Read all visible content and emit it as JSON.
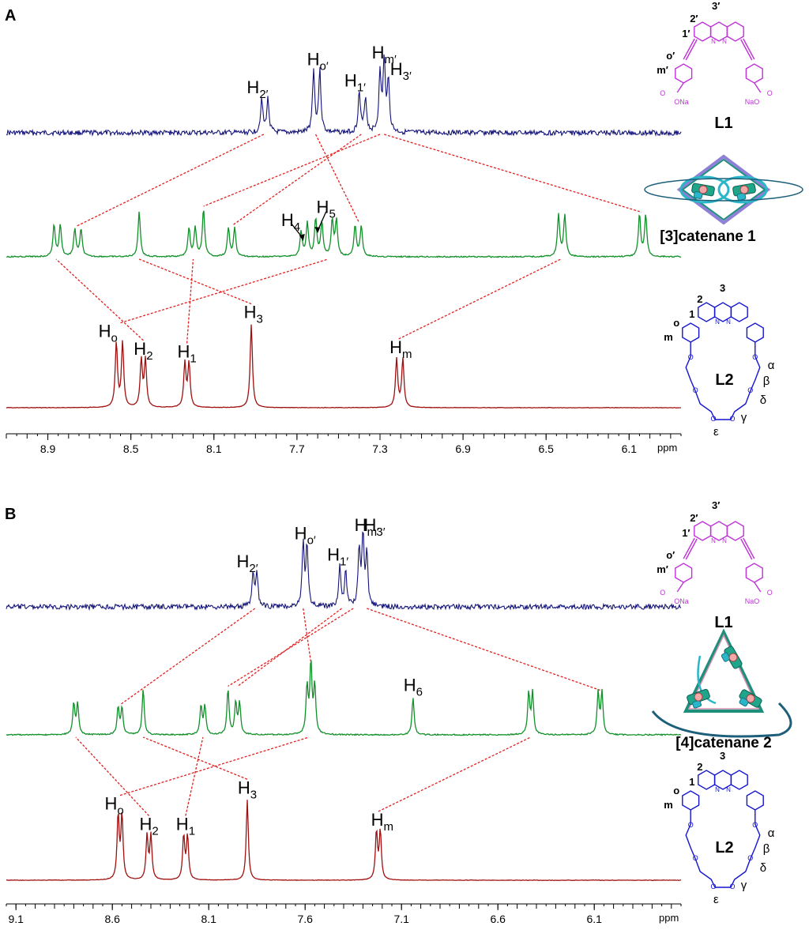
{
  "colors": {
    "top": "#13137a",
    "mid": "#12912a",
    "bottom": "#a01010",
    "link": "#e02020",
    "l1": "#c030d8",
    "l2": "#1414d0",
    "atom": "#d43333"
  },
  "panels": [
    {
      "id": "A",
      "label": "A",
      "x_unit": "ppm",
      "xlim": [
        9.1,
        5.85
      ],
      "x_ticks": [
        8.9,
        8.5,
        8.1,
        7.7,
        7.3,
        6.9,
        6.5,
        6.1
      ],
      "x_tick_labels": [
        "8.9",
        "8.5",
        "8.1",
        "7.7",
        "7.3",
        "6.9",
        "6.5",
        "6.1"
      ],
      "spectra": {
        "top": [
          {
            "ppm": 7.87,
            "h": 1.0
          },
          {
            "ppm": 7.84,
            "h": 1.0
          },
          {
            "ppm": 7.62,
            "h": 1.85
          },
          {
            "ppm": 7.59,
            "h": 1.85
          },
          {
            "ppm": 7.4,
            "h": 1.2
          },
          {
            "ppm": 7.37,
            "h": 1.05
          },
          {
            "ppm": 7.3,
            "h": 1.7
          },
          {
            "ppm": 7.28,
            "h": 2.05
          },
          {
            "ppm": 7.26,
            "h": 1.55
          }
        ],
        "mid": [
          {
            "ppm": 8.87,
            "h": 0.8
          },
          {
            "ppm": 8.84,
            "h": 0.8
          },
          {
            "ppm": 8.77,
            "h": 0.7
          },
          {
            "ppm": 8.74,
            "h": 0.7
          },
          {
            "ppm": 8.46,
            "h": 1.15
          },
          {
            "ppm": 8.22,
            "h": 0.72
          },
          {
            "ppm": 8.19,
            "h": 0.72
          },
          {
            "ppm": 8.15,
            "h": 1.2
          },
          {
            "ppm": 8.03,
            "h": 0.72
          },
          {
            "ppm": 8.0,
            "h": 0.72
          },
          {
            "ppm": 7.68,
            "h": 0.62
          },
          {
            "ppm": 7.65,
            "h": 0.85
          },
          {
            "ppm": 7.61,
            "h": 0.95
          },
          {
            "ppm": 7.58,
            "h": 0.85
          },
          {
            "ppm": 7.53,
            "h": 0.9
          },
          {
            "ppm": 7.51,
            "h": 0.9
          },
          {
            "ppm": 7.42,
            "h": 0.78
          },
          {
            "ppm": 7.39,
            "h": 0.78
          },
          {
            "ppm": 6.44,
            "h": 1.05
          },
          {
            "ppm": 6.41,
            "h": 1.05
          },
          {
            "ppm": 6.05,
            "h": 1.05
          },
          {
            "ppm": 6.02,
            "h": 1.05
          }
        ],
        "bottom": [
          {
            "ppm": 8.57,
            "h": 2.2
          },
          {
            "ppm": 8.54,
            "h": 2.2
          },
          {
            "ppm": 8.45,
            "h": 1.6
          },
          {
            "ppm": 8.43,
            "h": 1.6
          },
          {
            "ppm": 8.24,
            "h": 1.5
          },
          {
            "ppm": 8.22,
            "h": 1.5
          },
          {
            "ppm": 7.92,
            "h": 2.85
          },
          {
            "ppm": 7.22,
            "h": 1.65
          },
          {
            "ppm": 7.19,
            "h": 1.65
          }
        ]
      },
      "peak_labels": [
        {
          "row": "top",
          "ppm": 7.89,
          "main": "H",
          "sub": "2′"
        },
        {
          "row": "top",
          "ppm": 7.6,
          "main": "H",
          "sub": "o′"
        },
        {
          "row": "top",
          "ppm": 7.42,
          "main": "H",
          "sub": "1′"
        },
        {
          "row": "top",
          "ppm": 7.28,
          "main": "H",
          "sub": "m′"
        },
        {
          "row": "top",
          "ppm": 7.2,
          "main": "H",
          "sub": "3′"
        },
        {
          "row": "mid",
          "ppm": 7.73,
          "main": "H",
          "sub": "4"
        },
        {
          "row": "mid",
          "ppm": 7.56,
          "main": "H",
          "sub": "5"
        },
        {
          "row": "bottom",
          "ppm": 8.61,
          "main": "H",
          "sub": "o"
        },
        {
          "row": "bottom",
          "ppm": 8.44,
          "main": "H",
          "sub": "2"
        },
        {
          "row": "bottom",
          "ppm": 8.23,
          "main": "H",
          "sub": "1"
        },
        {
          "row": "bottom",
          "ppm": 7.91,
          "main": "H",
          "sub": "3"
        },
        {
          "row": "bottom",
          "ppm": 7.2,
          "main": "H",
          "sub": "m"
        }
      ],
      "links": [
        [
          "top",
          7.86,
          "mid",
          8.76
        ],
        [
          "top",
          7.61,
          "mid",
          7.4
        ],
        [
          "top",
          7.39,
          "mid",
          8.01
        ],
        [
          "top",
          7.3,
          "mid",
          8.15
        ],
        [
          "top",
          7.28,
          "mid",
          6.04
        ],
        [
          "bottom",
          8.55,
          "mid",
          7.55
        ],
        [
          "bottom",
          8.44,
          "mid",
          8.86
        ],
        [
          "bottom",
          8.23,
          "mid",
          8.2
        ],
        [
          "bottom",
          7.92,
          "mid",
          8.46
        ],
        [
          "bottom",
          7.21,
          "mid",
          6.43
        ]
      ],
      "structures": {
        "top_title": "L1",
        "mid_title": "[3]catenane 1",
        "bottom_title": "L2"
      }
    },
    {
      "id": "B",
      "label": "B",
      "x_unit": "ppm",
      "xlim": [
        9.15,
        5.65
      ],
      "x_ticks": [
        9.1,
        8.6,
        8.1,
        7.6,
        7.1,
        6.6,
        6.1
      ],
      "x_tick_labels": [
        "9.1",
        "8.6",
        "8.1",
        "7.6",
        "7.1",
        "6.6",
        "6.1"
      ],
      "spectra": {
        "top": [
          {
            "ppm": 7.87,
            "h": 1.0
          },
          {
            "ppm": 7.85,
            "h": 1.0
          },
          {
            "ppm": 7.61,
            "h": 1.85
          },
          {
            "ppm": 7.59,
            "h": 1.85
          },
          {
            "ppm": 7.42,
            "h": 1.2
          },
          {
            "ppm": 7.39,
            "h": 1.05
          },
          {
            "ppm": 7.32,
            "h": 1.75
          },
          {
            "ppm": 7.3,
            "h": 2.1
          },
          {
            "ppm": 7.28,
            "h": 1.55
          }
        ],
        "mid": [
          {
            "ppm": 8.8,
            "h": 0.78
          },
          {
            "ppm": 8.78,
            "h": 0.78
          },
          {
            "ppm": 8.57,
            "h": 0.68
          },
          {
            "ppm": 8.55,
            "h": 0.68
          },
          {
            "ppm": 8.44,
            "h": 1.15
          },
          {
            "ppm": 8.14,
            "h": 0.72
          },
          {
            "ppm": 8.12,
            "h": 0.72
          },
          {
            "ppm": 8.0,
            "h": 1.15
          },
          {
            "ppm": 7.96,
            "h": 0.8
          },
          {
            "ppm": 7.94,
            "h": 0.8
          },
          {
            "ppm": 7.59,
            "h": 1.2
          },
          {
            "ppm": 7.57,
            "h": 1.75
          },
          {
            "ppm": 7.55,
            "h": 1.2
          },
          {
            "ppm": 7.04,
            "h": 0.95
          },
          {
            "ppm": 6.44,
            "h": 1.05
          },
          {
            "ppm": 6.42,
            "h": 1.05
          },
          {
            "ppm": 6.08,
            "h": 1.05
          },
          {
            "ppm": 6.06,
            "h": 1.05
          }
        ],
        "bottom": [
          {
            "ppm": 8.57,
            "h": 2.2
          },
          {
            "ppm": 8.55,
            "h": 2.2
          },
          {
            "ppm": 8.42,
            "h": 1.5
          },
          {
            "ppm": 8.4,
            "h": 1.5
          },
          {
            "ppm": 8.23,
            "h": 1.5
          },
          {
            "ppm": 8.21,
            "h": 1.5
          },
          {
            "ppm": 7.9,
            "h": 2.75
          },
          {
            "ppm": 7.23,
            "h": 1.65
          },
          {
            "ppm": 7.21,
            "h": 1.65
          }
        ]
      },
      "peak_labels": [
        {
          "row": "top",
          "ppm": 7.9,
          "main": "H",
          "sub": "2′"
        },
        {
          "row": "top",
          "ppm": 7.6,
          "main": "H",
          "sub": "o′"
        },
        {
          "row": "top",
          "ppm": 7.43,
          "main": "H",
          "sub": "1′"
        },
        {
          "row": "top",
          "ppm": 7.28,
          "main": "H",
          "sub": "m′"
        },
        {
          "row": "top",
          "ppm": 7.24,
          "main": "H",
          "sub": "3′"
        },
        {
          "row": "mid",
          "ppm": 7.04,
          "main": "H",
          "sub": "6"
        },
        {
          "row": "bottom",
          "ppm": 8.59,
          "main": "H",
          "sub": "o"
        },
        {
          "row": "bottom",
          "ppm": 8.41,
          "main": "H",
          "sub": "2"
        },
        {
          "row": "bottom",
          "ppm": 8.22,
          "main": "H",
          "sub": "1"
        },
        {
          "row": "bottom",
          "ppm": 7.9,
          "main": "H",
          "sub": "3"
        },
        {
          "row": "bottom",
          "ppm": 7.2,
          "main": "H",
          "sub": "m"
        }
      ],
      "links": [
        [
          "top",
          7.86,
          "mid",
          8.56
        ],
        [
          "top",
          7.61,
          "mid",
          7.57
        ],
        [
          "top",
          7.41,
          "mid",
          7.95
        ],
        [
          "top",
          7.35,
          "mid",
          8.0
        ],
        [
          "top",
          7.28,
          "mid",
          6.07
        ],
        [
          "bottom",
          8.56,
          "mid",
          7.58
        ],
        [
          "bottom",
          8.41,
          "mid",
          8.79
        ],
        [
          "bottom",
          8.22,
          "mid",
          8.13
        ],
        [
          "bottom",
          7.9,
          "mid",
          8.44
        ],
        [
          "bottom",
          7.22,
          "mid",
          6.43
        ]
      ],
      "structures": {
        "top_title": "L1",
        "mid_title": "[4]catenane 2",
        "bottom_title": "L2"
      }
    }
  ],
  "chart_data": [
    {
      "type": "line",
      "title": "",
      "panel_label": "A",
      "xlabel": "ppm",
      "xlim": [
        9.1,
        5.85
      ],
      "x_direction": "descending",
      "grid": false,
      "series": [
        {
          "name": "L1",
          "peaks_ppm": [
            7.87,
            7.84,
            7.62,
            7.59,
            7.4,
            7.37,
            7.3,
            7.28,
            7.26
          ]
        },
        {
          "name": "[3]catenane 1",
          "peaks_ppm": [
            8.87,
            8.84,
            8.77,
            8.74,
            8.46,
            8.22,
            8.19,
            8.15,
            8.03,
            8.0,
            7.68,
            7.65,
            7.61,
            7.58,
            7.53,
            7.51,
            7.42,
            7.39,
            6.44,
            6.41,
            6.05,
            6.02
          ]
        },
        {
          "name": "L2",
          "peaks_ppm": [
            8.57,
            8.54,
            8.45,
            8.43,
            8.24,
            8.22,
            7.92,
            7.22,
            7.19
          ]
        }
      ],
      "annotations": [
        "H2′",
        "Ho′",
        "H1′",
        "Hm′",
        "H3′",
        "H4",
        "H5",
        "Ho",
        "H2",
        "H1",
        "H3",
        "Hm"
      ]
    },
    {
      "type": "line",
      "title": "",
      "panel_label": "B",
      "xlabel": "ppm",
      "xlim": [
        9.15,
        5.65
      ],
      "x_direction": "descending",
      "grid": false,
      "series": [
        {
          "name": "L1",
          "peaks_ppm": [
            7.87,
            7.85,
            7.61,
            7.59,
            7.42,
            7.39,
            7.32,
            7.3,
            7.28
          ]
        },
        {
          "name": "[4]catenane 2",
          "peaks_ppm": [
            8.8,
            8.78,
            8.57,
            8.55,
            8.44,
            8.14,
            8.12,
            8.0,
            7.96,
            7.94,
            7.59,
            7.57,
            7.55,
            7.04,
            6.44,
            6.42,
            6.08,
            6.06
          ]
        },
        {
          "name": "L2",
          "peaks_ppm": [
            8.57,
            8.55,
            8.42,
            8.4,
            8.23,
            8.21,
            7.9,
            7.23,
            7.21
          ]
        }
      ],
      "annotations": [
        "H2′",
        "Ho′",
        "H1′",
        "Hm′",
        "H3′",
        "H6",
        "Ho",
        "H2",
        "H1",
        "H3",
        "Hm"
      ]
    }
  ],
  "molecules": {
    "l1": {
      "name": "L1",
      "numbers": [
        "1′",
        "2′",
        "3′"
      ],
      "ring_labels": [
        "o′",
        "m′"
      ],
      "n": "N",
      "acid_o": "O",
      "acid_left": "ONa",
      "acid_right": "NaO"
    },
    "l2": {
      "name": "L2",
      "numbers": [
        "1",
        "2",
        "3"
      ],
      "ring_labels": [
        "o",
        "m"
      ],
      "n": "N",
      "o": "O",
      "greek": [
        "α",
        "β",
        "δ",
        "γ",
        "ε"
      ]
    }
  }
}
